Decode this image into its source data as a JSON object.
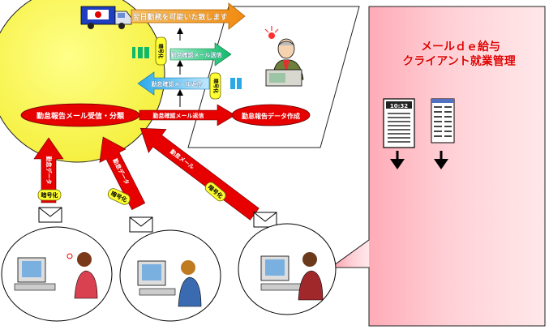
{
  "diagram": {
    "panel_title_line1": "メールｄｅ給与",
    "panel_title_line2": "クライアント就業管理",
    "notice": "翌日勤務を可能いた致します",
    "phone_display": "10:32",
    "center_oval": "勤怠報告メール受信・分類",
    "result_oval": "勤怠報告データ作成",
    "arrow_send_back": "勤怠確認メール返信",
    "arrow_confirm": "勤怠確認メール送信",
    "arrow_reply": "勤怠確認メール返信",
    "encrypt_tag": "暗号化",
    "up_arrow_left": "勤怠データ",
    "up_arrow_mid": "勤怠データ",
    "up_arrow_right": "勤怠メール"
  },
  "colors": {
    "sun": "#ffff66",
    "panel": "#ffc4cc",
    "red": "#e60000",
    "orange": "#f5a020",
    "green": "#1ec07a",
    "cyan": "#4fc3f7",
    "tag_yellow": "#ffff33"
  },
  "icons": [
    "truck-icon",
    "manager-icon",
    "phone-icon",
    "list-icon",
    "envelope-icon",
    "worker-icon"
  ]
}
